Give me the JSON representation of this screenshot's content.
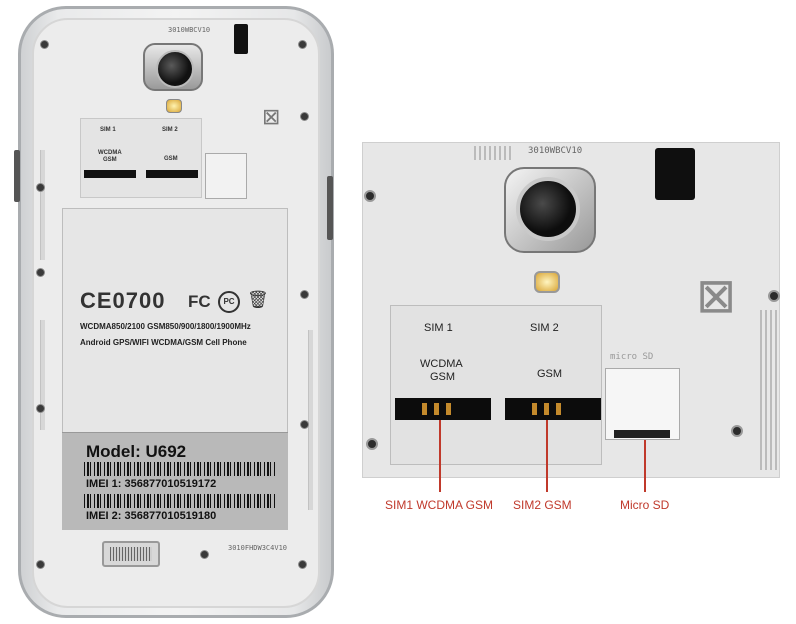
{
  "phone_back": {
    "top_code": "3010WBCV10",
    "sim_tray": {
      "sim1_label": "SIM 1",
      "sim2_label": "SIM 2",
      "sim1_type": "WCDMA\nGSM",
      "sim2_type": "GSM"
    },
    "battery": {
      "ce_mark": "CE0700",
      "fcc_mark": "FC",
      "pc_mark": "PC",
      "weee_mark": "✗",
      "spec_line1": "WCDMA850/2100  GSM850/900/1800/1900MHz",
      "spec_line2": "Android   GPS/WIFI    WCDMA/GSM Cell Phone",
      "model": "Model: U692",
      "imei1": "IMEI 1: 356877010519172",
      "imei2": "IMEI 2: 356877010519180"
    },
    "bottom_code": "3010FHDW3C4V10"
  },
  "zoom": {
    "top_code": "3010WBCV10",
    "sim1_label": "SIM 1",
    "sim2_label": "SIM 2",
    "sim1_type_line1": "WCDMA",
    "sim1_type_line2": "GSM",
    "sim2_type": "GSM",
    "microsd_mark": "micro SD"
  },
  "callouts": [
    {
      "label": "SIM1 WCDMA GSM"
    },
    {
      "label": "SIM2 GSM"
    },
    {
      "label": "Micro SD"
    }
  ],
  "colors": {
    "callout": "#c0392b",
    "contacts": "#0c0c0c"
  }
}
